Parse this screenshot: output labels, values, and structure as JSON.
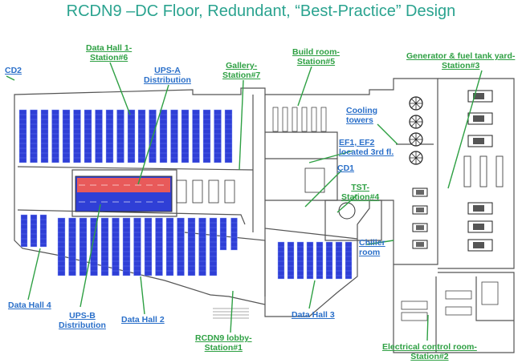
{
  "title": "RCDN9 –DC Floor, Redundant, “Best-Practice” Design",
  "labels": {
    "data_hall_1": [
      "Data Hall 1-",
      "Station#6"
    ],
    "ups_a": [
      "UPS-A",
      "Distribution"
    ],
    "gallery": [
      "Gallery-",
      "Station#7"
    ],
    "build_room": [
      "Build room-",
      "Station#5"
    ],
    "generator": [
      "Generator & fuel tank yard-",
      "Station#3"
    ],
    "cd2": "CD2",
    "cooling_towers": [
      "Cooling",
      "towers"
    ],
    "ef": [
      "EF1, EF2",
      "located 3rd fl."
    ],
    "cd1": "CD1",
    "tst": [
      "TST-",
      "Station#4"
    ],
    "chiller": [
      "Chiller",
      "room"
    ],
    "data_hall_4": "Data Hall 4",
    "ups_b": [
      "UPS-B",
      "Distribution"
    ],
    "data_hall_2": "Data Hall 2",
    "data_hall_3": "Data Hall 3",
    "lobby": [
      "RCDN9 lobby-",
      "Station#1"
    ],
    "electrical": [
      "Electrical control room-",
      "Station#2"
    ]
  },
  "colors": {
    "title": "#2aa38f",
    "label_green": "#2ea043",
    "label_blue": "#2a6fc9",
    "rack_blue": "#2f3fd6",
    "ups_red": "#e85a5a"
  }
}
